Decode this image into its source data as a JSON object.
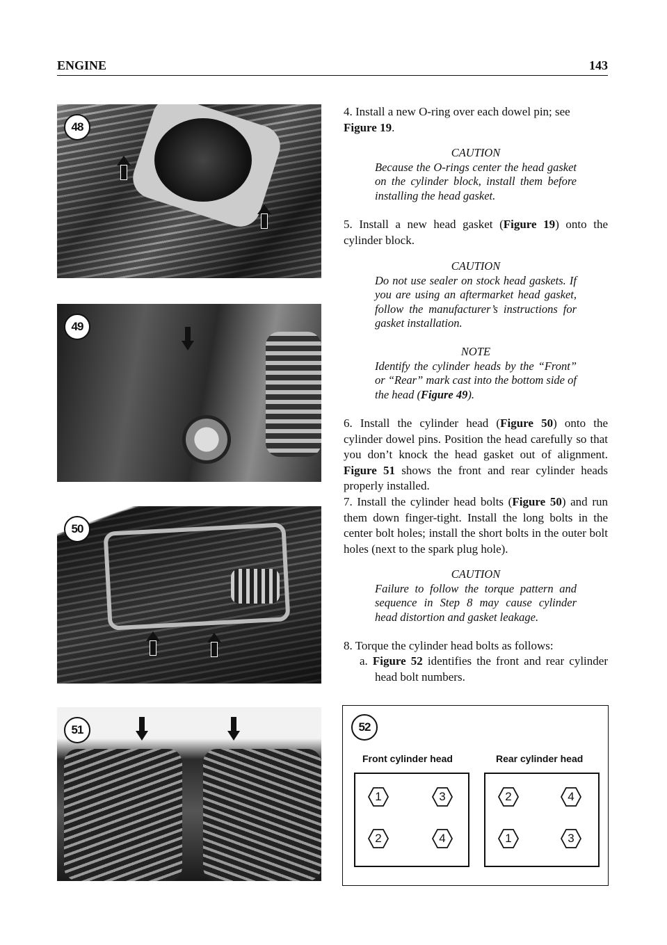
{
  "header": {
    "section": "ENGINE",
    "page_number": "143"
  },
  "figures": [
    {
      "number": "48"
    },
    {
      "number": "49"
    },
    {
      "number": "50"
    },
    {
      "number": "51"
    },
    {
      "number": "52"
    }
  ],
  "steps": {
    "s4_text": "4. Install a new O-ring over each dowel pin; see",
    "s4_ref": "Figure 19",
    "s4_end": ".",
    "caution1_title": "CAUTION",
    "caution1_body": "Because the O-rings center the head gasket on the cylinder block, install them before installing the head gasket.",
    "s5_a": "5. Install a new head gasket (",
    "s5_ref": "Figure 19",
    "s5_b": ") onto the cylinder block.",
    "caution2_title": "CAUTION",
    "caution2_body": "Do not use sealer on stock head gaskets. If you are using an aftermarket head gasket, follow the manufacturer’s instructions for gasket installation.",
    "note_title": "NOTE",
    "note_body_a": "Identify the cylinder heads by the “Front” or “Rear” mark cast into the bottom side of the head (",
    "note_ref": "Figure 49",
    "note_body_b": ").",
    "s6_a": "6. Install the cylinder head (",
    "s6_ref1": "Figure 50",
    "s6_b": ") onto the cylinder dowel pins. Position the head carefully so that you don’t knock the head gasket out of alignment. ",
    "s6_ref2": "Figure 51",
    "s6_c": " shows the front and rear cylinder heads properly installed.",
    "s7_a": "7. Install the cylinder head bolts (",
    "s7_ref": "Figure 50",
    "s7_b": ") and run them down finger-tight. Install the long bolts in the center bolt holes; install the short bolts in the outer bolt holes (next to the spark plug hole).",
    "caution3_title": "CAUTION",
    "caution3_body": "Failure to follow the torque pattern and sequence in Step 8 may cause cylinder head distortion and gasket leakage.",
    "s8": "8. Torque the cylinder head bolts as follows:",
    "s8a_prefix": "a. ",
    "s8a_ref": "Figure 52",
    "s8a_body": " identifies the front and rear cylinder head bolt numbers."
  },
  "diagram": {
    "front_label": "Front cylinder head",
    "rear_label": "Rear cylinder head",
    "front_bolts": [
      "1",
      "3",
      "2",
      "4"
    ],
    "rear_bolts": [
      "2",
      "4",
      "1",
      "3"
    ]
  }
}
